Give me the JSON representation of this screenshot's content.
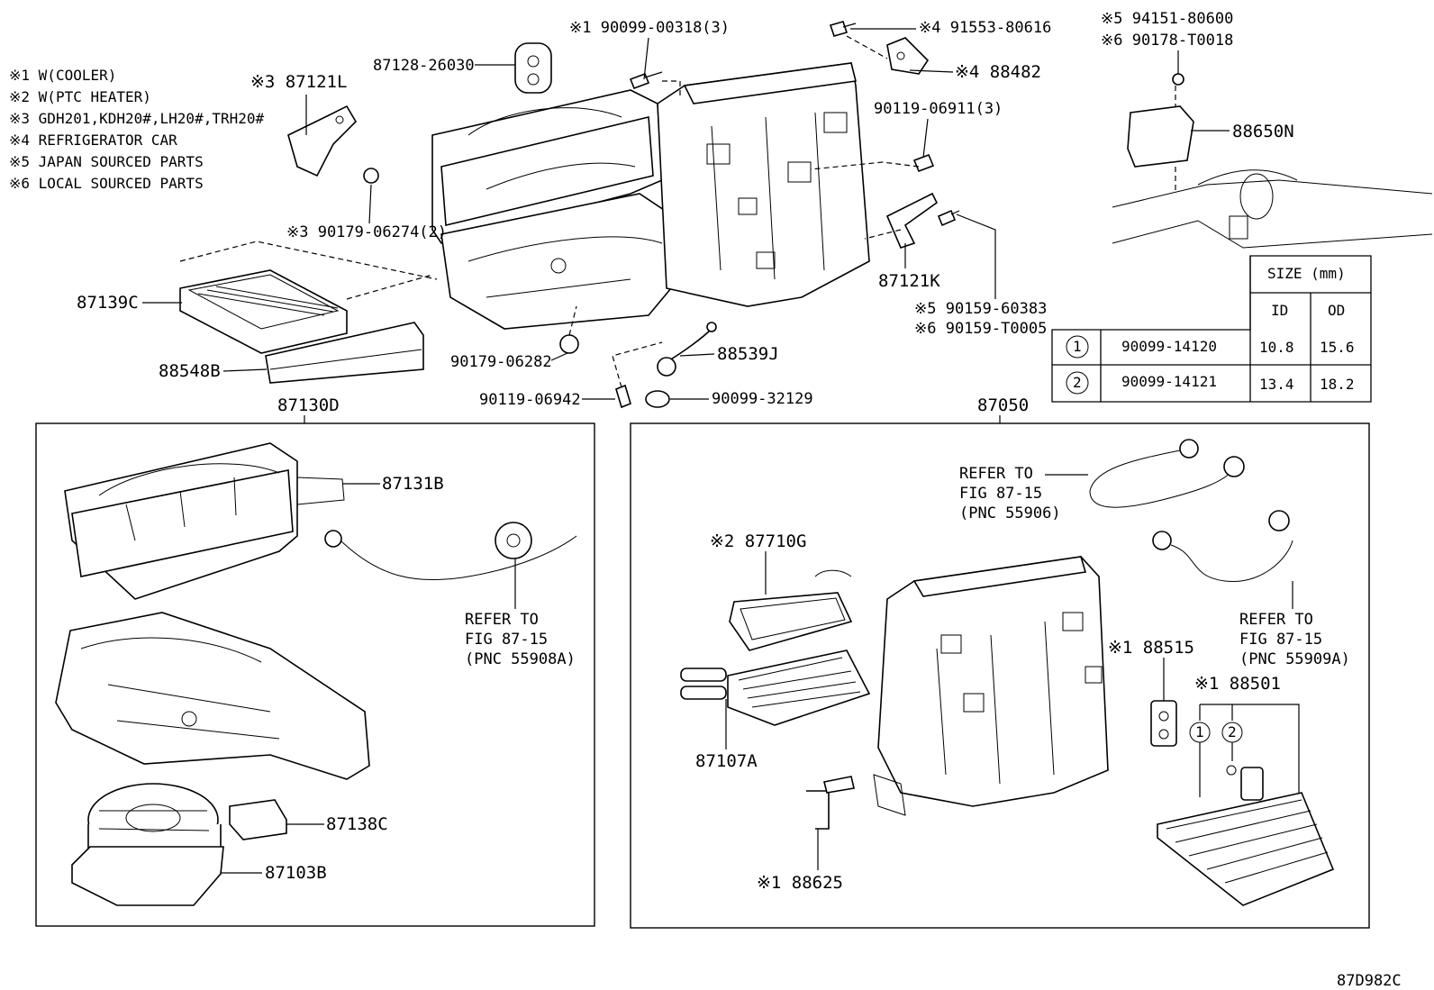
{
  "notes": [
    "※1 W(COOLER)",
    "※2 W(PTC HEATER)",
    "※3 GDH201,KDH20#,LH20#,TRH20#",
    "※4 REFRIGERATOR CAR",
    "※5 JAPAN SOURCED PARTS",
    "※6 LOCAL SOURCED PARTS"
  ],
  "callouts": {
    "p1": "※1 90099-00318(3)",
    "p2": "87128-26030",
    "p3": "※4 91553-80616",
    "p4": "※4 88482",
    "p5": "※5 94151-80600",
    "p6": "※6 90178-T0018",
    "p7": "※3 87121L",
    "p8": "90119-06911(3)",
    "p9": "88650N",
    "p10": "※3 90179-06274(2)",
    "p11": "87121K",
    "p12": "※5 90159-60383",
    "p13": "※6 90159-T0005",
    "p14": "87139C",
    "p15": "90179-06282",
    "p16": "88539J",
    "p17": "88548B",
    "p18": "90119-06942",
    "p19": "90099-32129",
    "p20": "87130D",
    "p21": "87050",
    "p22": "87131B",
    "p23": "REFER TO",
    "p24": "FIG 87-15",
    "p25": "(PNC 55908A)",
    "p26": "87138C",
    "p27": "87103B",
    "p28": "REFER TO",
    "p29": "FIG 87-15",
    "p30": "(PNC 55906)",
    "p31": "※2 87710G",
    "p32": "87107A",
    "p33": "※1 88515",
    "p34": "※1 88501",
    "p35": "REFER TO",
    "p36": "FIG 87-15",
    "p37": "(PNC 55909A)",
    "p38": "※1 88625",
    "p39": "1",
    "p40": "2"
  },
  "size_table": {
    "title": "SIZE (mm)",
    "headers": [
      "ID",
      "OD"
    ],
    "rows": [
      {
        "no": "1",
        "part": "90099-14120",
        "id": "10.8",
        "od": "15.6"
      },
      {
        "no": "2",
        "part": "90099-14121",
        "id": "13.4",
        "od": "18.2"
      }
    ]
  },
  "figure_code": "87D982C"
}
